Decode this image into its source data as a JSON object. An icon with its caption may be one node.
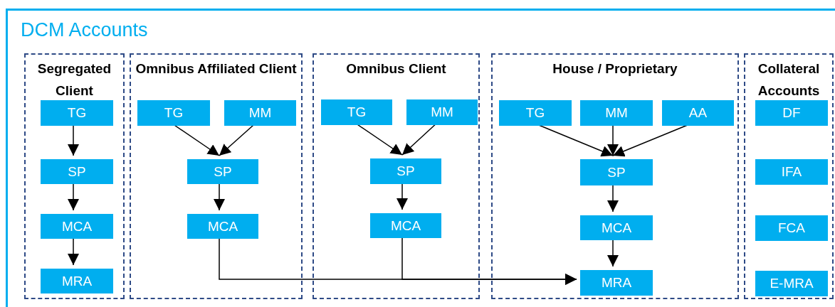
{
  "diagram": {
    "nodes": [
      {
        "text": [
          "DCM Accounts"
        ]
      },
      {
        "text": [
          "Segregated Client"
        ],
        "in": 0
      },
      {
        "text": [
          "TG"
        ],
        "in": 1
      },
      {
        "text": [
          "SP"
        ],
        "in": 1
      },
      {
        "text": [
          "MCA"
        ],
        "in": 1
      },
      {
        "text": [
          "MRA"
        ],
        "in": 1
      },
      {
        "text": [
          "Omnibus Affiliated Client"
        ],
        "in": 0
      },
      {
        "text": [
          "TG"
        ],
        "in": 6
      },
      {
        "text": [
          "MM"
        ],
        "in": 6
      },
      {
        "text": [
          "SP"
        ],
        "in": 6
      },
      {
        "text": [
          "MCA"
        ],
        "in": 6
      },
      {
        "text": [
          "Omnibus Client"
        ],
        "in": 0
      },
      {
        "text": [
          "TG"
        ],
        "in": 11
      },
      {
        "text": [
          "MM"
        ],
        "in": 11
      },
      {
        "text": [
          "SP"
        ],
        "in": 11
      },
      {
        "text": [
          "MCA"
        ],
        "in": 11
      },
      {
        "text": [
          "House / Proprietary"
        ],
        "in": 0
      },
      {
        "text": [
          "TG"
        ],
        "in": 16
      },
      {
        "text": [
          "MM"
        ],
        "in": 16
      },
      {
        "text": [
          "AA"
        ],
        "in": 16
      },
      {
        "text": [
          "SP"
        ],
        "in": 16
      },
      {
        "text": [
          "MCA"
        ],
        "in": 16
      },
      {
        "text": [
          "MRA"
        ],
        "in": 16
      },
      {
        "text": [
          "Collateral Accounts"
        ],
        "in": 0
      },
      {
        "text": [
          "DF"
        ],
        "in": 23
      },
      {
        "text": [
          "IFA"
        ],
        "in": 23
      },
      {
        "text": [
          "FCA"
        ],
        "in": 23
      },
      {
        "text": [
          "E-MRA"
        ],
        "in": 23
      }
    ],
    "edges": [
      {
        "from": 2,
        "to": 3,
        "arrow": "to"
      },
      {
        "from": 3,
        "to": 4,
        "arrow": "to"
      },
      {
        "from": 4,
        "to": 5,
        "arrow": "to"
      },
      {
        "from": 7,
        "to": 9,
        "arrow": "to"
      },
      {
        "from": 8,
        "to": 9,
        "arrow": "to"
      },
      {
        "from": 9,
        "to": 10,
        "arrow": "to"
      },
      {
        "from": 12,
        "to": 14,
        "arrow": "to"
      },
      {
        "from": 13,
        "to": 14,
        "arrow": "to"
      },
      {
        "from": 14,
        "to": 15,
        "arrow": "to"
      },
      {
        "from": 17,
        "to": 20,
        "arrow": "to"
      },
      {
        "from": 18,
        "to": 20,
        "arrow": "to"
      },
      {
        "from": 19,
        "to": 20,
        "arrow": "to"
      },
      {
        "from": 20,
        "to": 21,
        "arrow": "to"
      },
      {
        "from": 21,
        "to": 22,
        "arrow": "to"
      },
      {
        "from": 10,
        "to": 22,
        "arrow": "to"
      },
      {
        "from": 15,
        "to": 22,
        "arrow": "to"
      }
    ]
  }
}
